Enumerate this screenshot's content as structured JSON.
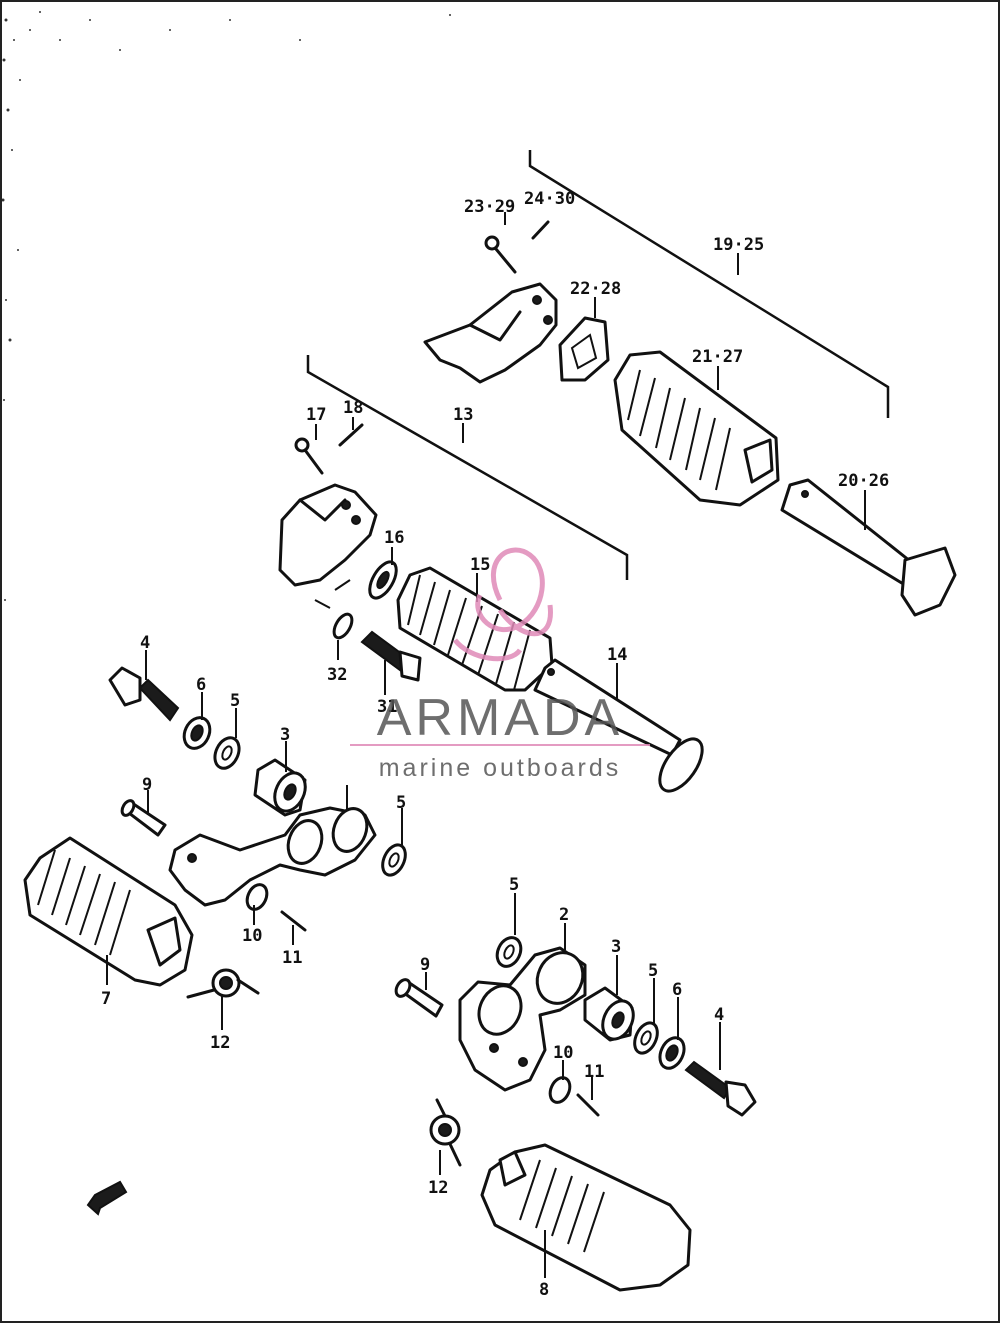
{
  "labels": {
    "l_23_29": "23·29",
    "l_24_30": "24·30",
    "l_19_25": "19·25",
    "l_22_28": "22·28",
    "l_21_27": "21·27",
    "l_20_26": "20·26",
    "l_17": "17",
    "l_18": "18",
    "l_13": "13",
    "l_16": "16",
    "l_15": "15",
    "l_32": "32",
    "l_31": "31",
    "l_14": "14",
    "l_4a": "4",
    "l_6a": "6",
    "l_5a": "5",
    "l_3a": "3",
    "l_9a": "9",
    "l_5b": "5",
    "l_10a": "10",
    "l_11a": "11",
    "l_7": "7",
    "l_12a": "12",
    "l_5c": "5",
    "l_2": "2",
    "l_3b": "3",
    "l_9b": "9",
    "l_5d": "5",
    "l_6b": "6",
    "l_4b": "4",
    "l_10b": "10",
    "l_11b": "11",
    "l_12b": "12",
    "l_8": "8"
  },
  "watermark": {
    "brand": "ARMADA",
    "tagline": "marine outboards",
    "color": "#e08ab8",
    "text_color": "#555555"
  }
}
